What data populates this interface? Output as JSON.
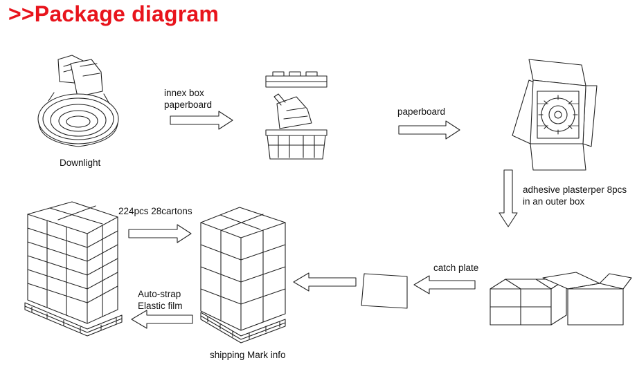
{
  "header": {
    "title": ">>Package diagram"
  },
  "labels": {
    "downlight": "Downlight",
    "inner_box_1": "innex box",
    "inner_box_2": "paperboard",
    "paperboard": "paperboard",
    "outer_box_1": "adhesive plasterper 8pcs",
    "outer_box_2": "in an outer  box",
    "catch_plate": "catch plate",
    "pallet_qty": "224pcs  28cartons",
    "strap_1": "Auto-strap",
    "strap_2": "Elastic film",
    "shipping_mark": "shipping Mark info"
  }
}
